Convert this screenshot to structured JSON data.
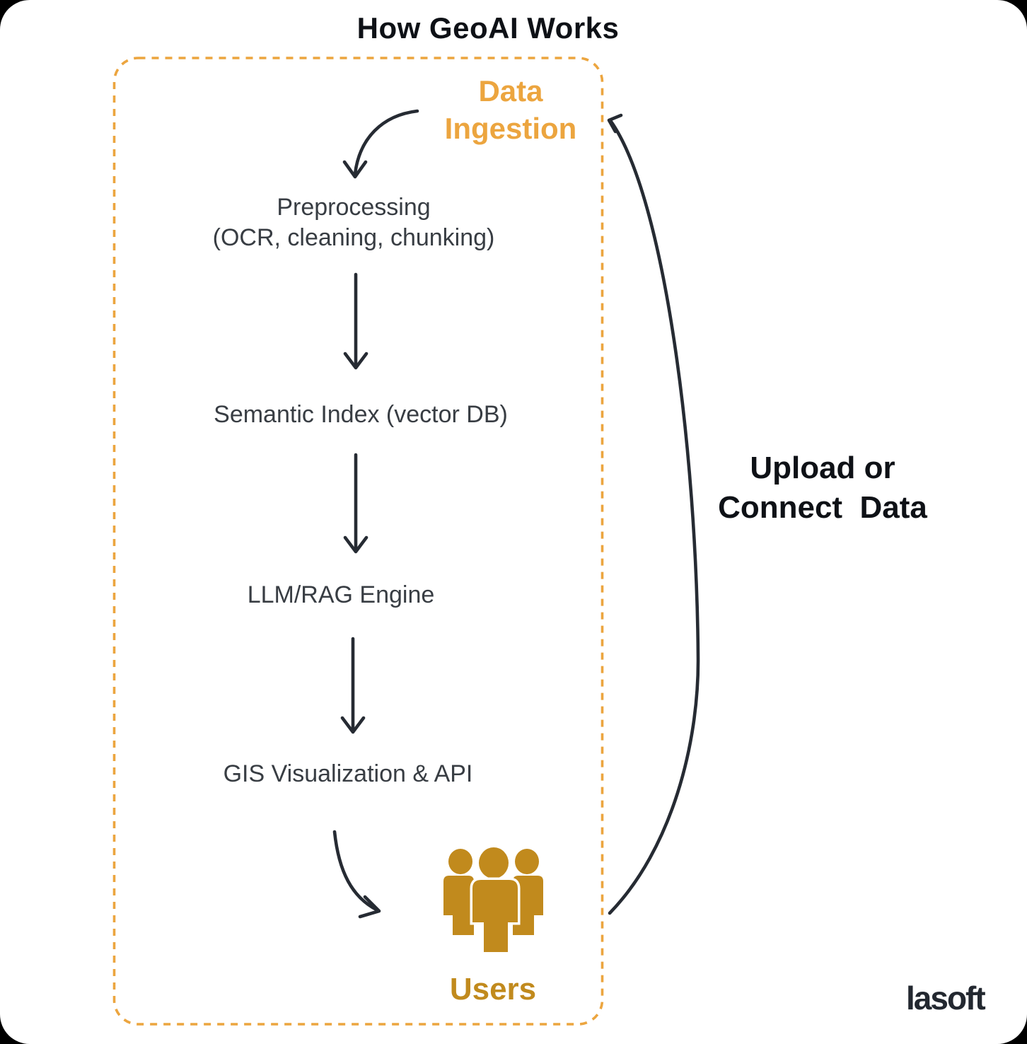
{
  "title": "How GeoAI Works",
  "flow": {
    "data_ingestion_label": "Data\nIngestion",
    "steps": [
      "Preprocessing\n(OCR, cleaning, chunking)",
      "Semantic Index (vector DB)",
      "LLM/RAG Engine",
      "GIS Visualization & API"
    ],
    "users_label": "Users"
  },
  "side_note": {
    "label": "Upload or\nConnect  Data"
  },
  "footer": {
    "logo_text": "lasoft"
  },
  "icons": {
    "users_icon": "three-person-group-icon"
  },
  "colors": {
    "page_bg": "#000000",
    "canvas_bg": "#ffffff",
    "accent_orange": "#ECA53F",
    "gold": "#C18A1D",
    "ink": "#262B33",
    "step_text": "#383D43",
    "headline": "#0E1116",
    "logo_color": "#232830"
  }
}
